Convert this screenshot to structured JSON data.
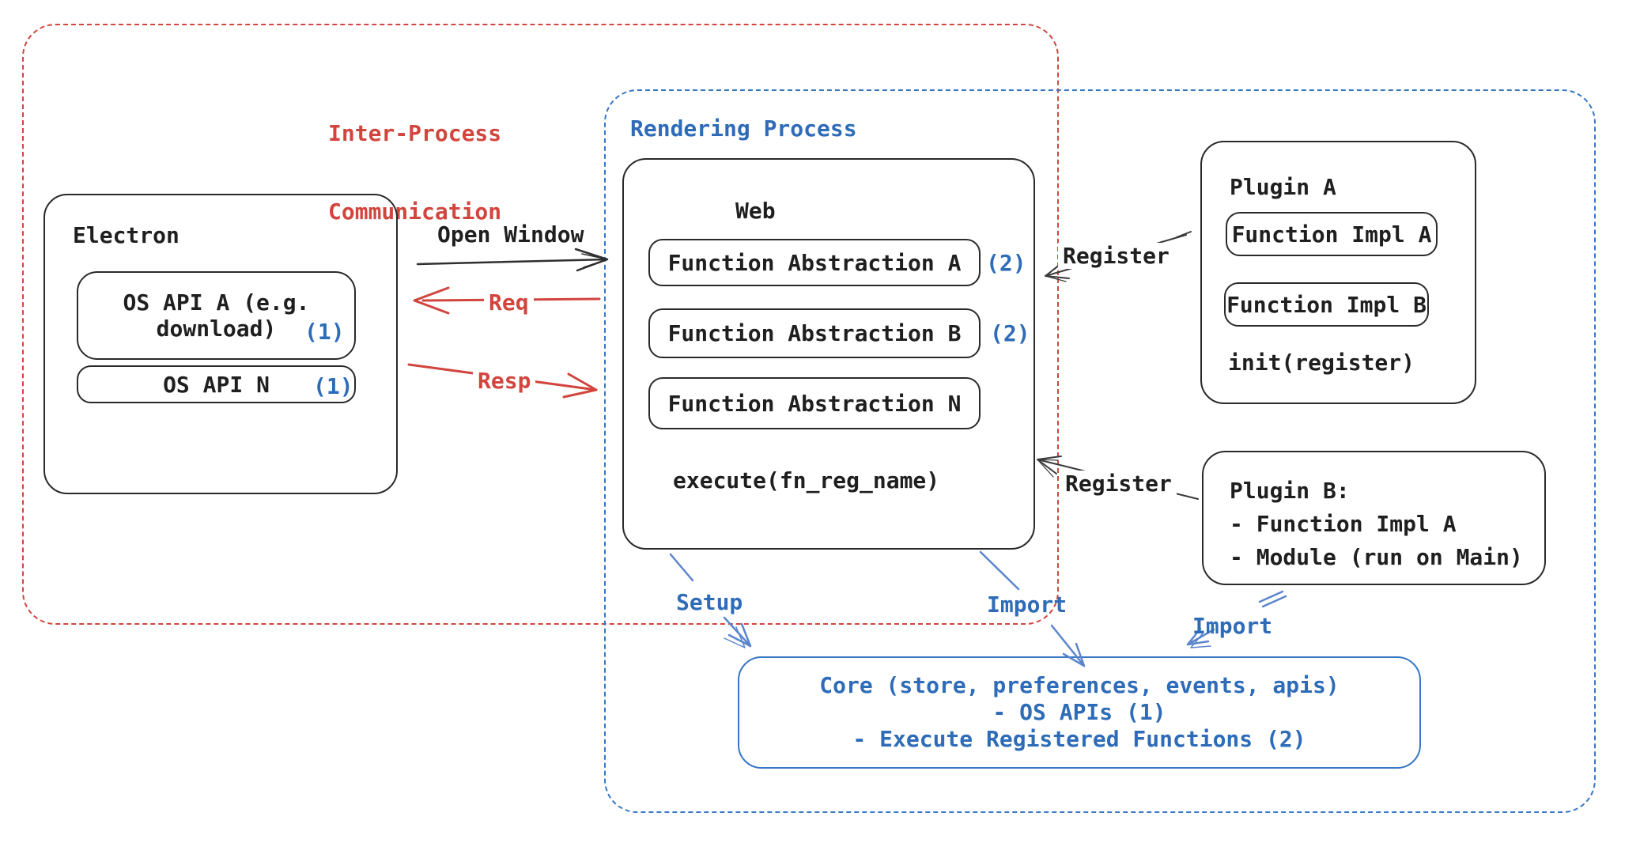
{
  "colors": {
    "red": "#d2453e",
    "blue_text": "#2e6cb8",
    "blue_border": "#3777c4",
    "blue_arrow": "#5b85cc",
    "black": "#1f1f1f"
  },
  "ipc": {
    "label_line1": "Inter-Process",
    "label_line2": "Communication"
  },
  "render": {
    "label": "Rendering Process"
  },
  "electron": {
    "title": "Electron",
    "api_a_line1": "OS API A (e.g.",
    "api_a_line2": "download)",
    "api_a_badge": "(1)",
    "api_n": "OS API N",
    "api_n_badge": "(1)"
  },
  "web": {
    "title": "Web",
    "fa_a": "Function Abstraction A",
    "fa_a_badge": "(2)",
    "fa_b": "Function Abstraction B",
    "fa_b_badge": "(2)",
    "fa_n": "Function Abstraction N",
    "execute": "execute(fn_reg_name)"
  },
  "plugin_a": {
    "title": "Plugin A",
    "impl_a": "Function Impl A",
    "impl_b": "Function Impl B",
    "init": "init(register)"
  },
  "plugin_b": {
    "line1": "Plugin B:",
    "line2": "- Function Impl A",
    "line3": "- Module (run on Main)"
  },
  "core": {
    "line1": "Core (store, preferences, events, apis)",
    "line2": "- OS APIs (1)",
    "line3": "- Execute Registered Functions (2)"
  },
  "arrows": {
    "open_window": "Open Window",
    "req": "Req",
    "resp": "Resp",
    "register_top": "Register",
    "register_bottom": "Register",
    "setup": "Setup",
    "import_mid": "Import",
    "import_right": "Import"
  }
}
